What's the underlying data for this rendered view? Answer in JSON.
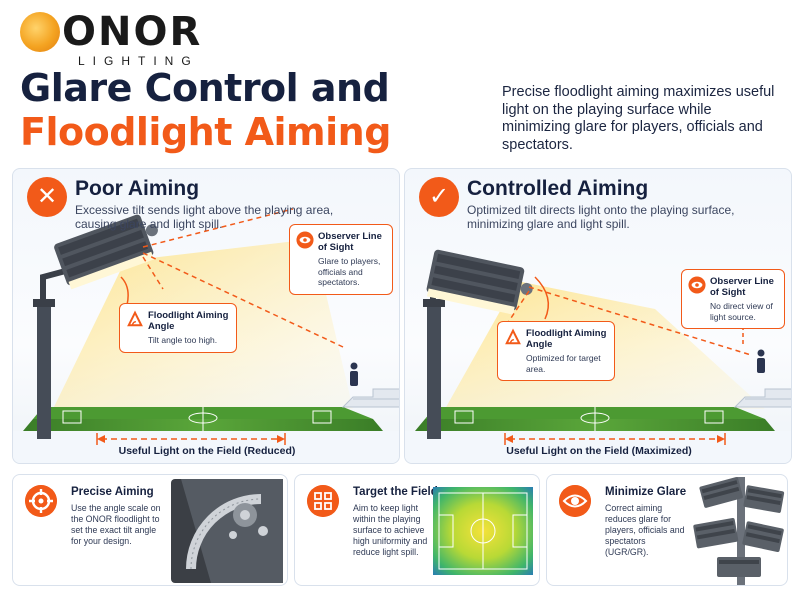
{
  "brand": {
    "name": "ONOR",
    "sub": "LIGHTING"
  },
  "header": {
    "title_line1": "Glare Control and",
    "title_line2": "Floodlight Aiming",
    "intro": "Precise floodlight aiming maximizes useful light on the playing surface while minimizing glare for players, officials and spectators."
  },
  "panels": [
    {
      "status": "poor",
      "icon": "x-mark-icon",
      "title": "Poor Aiming",
      "description": "Excessive tilt sends light above the playing area, causing glare and light spill.",
      "observer": {
        "title": "Observer Line of Sight",
        "text": "Glare to players, officials and spectators."
      },
      "angle": {
        "title": "Floodlight Aiming Angle",
        "text": "Tilt angle too high."
      },
      "field_caption": "Useful Light on the Field (Reduced)"
    },
    {
      "status": "controlled",
      "icon": "check-mark-icon",
      "title": "Controlled Aiming",
      "description": "Optimized tilt directs light onto the playing surface, minimizing glare and light spill.",
      "observer": {
        "title": "Observer Line of Sight",
        "text": "No direct view of light source."
      },
      "angle": {
        "title": "Floodlight Aiming Angle",
        "text": "Optimized for target area."
      },
      "field_caption": "Useful Light on the Field (Maximized)"
    }
  ],
  "cards": [
    {
      "icon": "crosshair-icon",
      "title": "Precise Aiming",
      "text": "Use the angle scale on the ONOR floodlight to set the exact tilt angle for your design."
    },
    {
      "icon": "grid-icon",
      "title": "Target the Field",
      "text": "Aim to keep light within the playing surface to achieve high uniformity and reduce light spill."
    },
    {
      "icon": "eye-icon",
      "title": "Minimize Glare",
      "text": "Correct aiming reduces glare for players, officials and spectators (UGR/GR)."
    }
  ],
  "colors": {
    "accent": "#f25a19",
    "navy": "#16213f",
    "field": "#3f8a2a"
  }
}
